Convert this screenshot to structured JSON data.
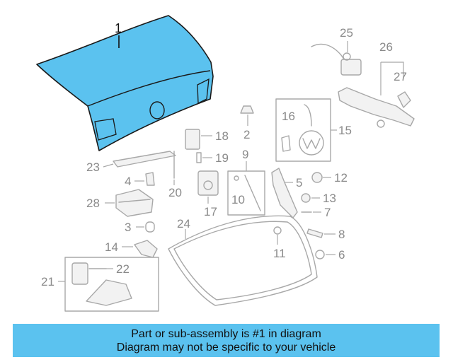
{
  "diagram": {
    "highlight_color": "#5bc2ef",
    "callouts": [
      "1",
      "2",
      "3",
      "4",
      "5",
      "6",
      "7",
      "8",
      "9",
      "10",
      "11",
      "12",
      "13",
      "14",
      "15",
      "16",
      "17",
      "18",
      "19",
      "20",
      "21",
      "22",
      "23",
      "24",
      "25",
      "26",
      "27",
      "28"
    ]
  },
  "footer": {
    "line1": "Part or sub-assembly is #1 in diagram",
    "line2": "Diagram may not be specific to your vehicle"
  }
}
